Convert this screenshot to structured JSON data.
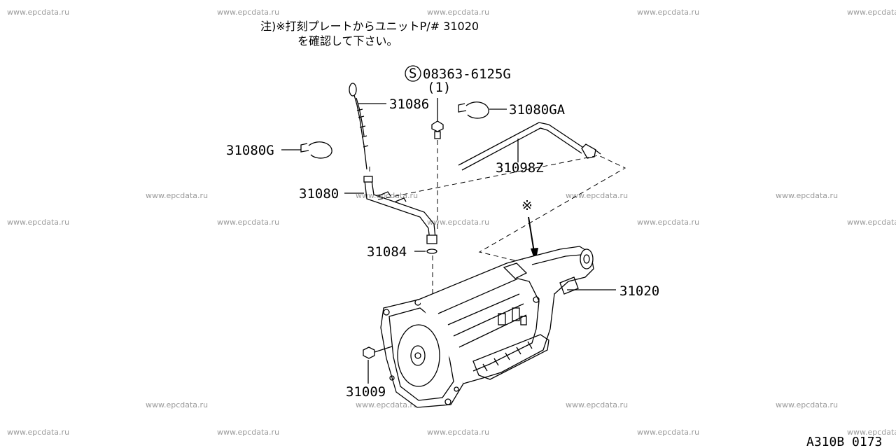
{
  "watermark": "www.epcdata.ru",
  "note": {
    "line1": "注)※打刻プレートからユニットP/# 31020",
    "line2": "を確認して下さい。"
  },
  "bolt_spec": {
    "symbol": "S",
    "code": "08363-6125G",
    "qty": "(1)"
  },
  "parts": {
    "p31086": "31086",
    "p31080ga": "31080GA",
    "p31080g": "31080G",
    "p31098z": "31098Z",
    "p31080": "31080",
    "p31084": "31084",
    "p31020": "31020",
    "p31009": "31009"
  },
  "mark": "※",
  "diagram_code": "A310B 0173"
}
